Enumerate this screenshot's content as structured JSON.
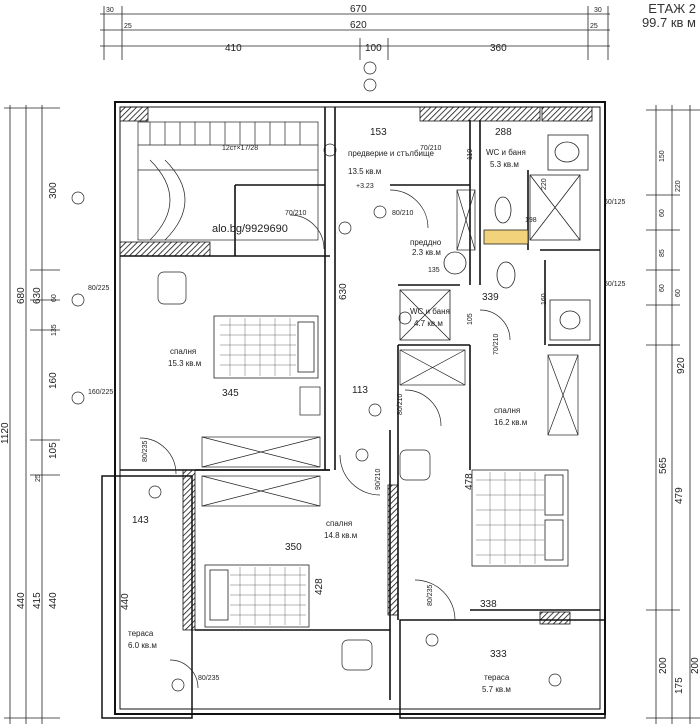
{
  "header": {
    "floor_label": "ЕТАЖ 2",
    "area_label": "99.7 кв м"
  },
  "watermark": "alo.bg/9929690",
  "top_dims": {
    "row1": "670",
    "row2": "620",
    "left": "410",
    "mid": "100",
    "right": "360",
    "small_a": "30",
    "small_b": "25",
    "small_c": "30",
    "small_d": "25"
  },
  "left_dims": [
    "1120",
    "680",
    "630",
    "300",
    "60",
    "135",
    "160",
    "105",
    "25",
    "440",
    "415",
    "440"
  ],
  "right_dims": [
    "150",
    "220",
    "60",
    "60",
    "85",
    "60",
    "920",
    "565",
    "479",
    "200",
    "175",
    "200"
  ],
  "inner_dims": [
    "153",
    "288",
    "345",
    "113",
    "630",
    "339",
    "478",
    "338",
    "333",
    "350",
    "143",
    "428",
    "440",
    "198",
    "135",
    "105",
    "160",
    "220",
    "110"
  ],
  "windows": [
    "80/225",
    "160/225",
    "60/125",
    "60/125",
    "80/235",
    "80/235",
    "80/235"
  ],
  "stairs_label": "12ст×17/28",
  "rooms": [
    {
      "name": "предверие и стълбище",
      "area": "13.5 кв.м"
    },
    {
      "name": "WC и баня",
      "area": "5.3 кв.м"
    },
    {
      "name": "преддно",
      "area": "2.3 кв.м"
    },
    {
      "name": "WC и баня",
      "area": "4.7 кв.м"
    },
    {
      "name": "спалня",
      "area": "15.3 кв.м"
    },
    {
      "name": "спалня",
      "area": "16.2 кв.м"
    },
    {
      "name": "спалня",
      "area": "14.8 кв.м"
    },
    {
      "name": "тераса",
      "area": "6.0 кв.м"
    },
    {
      "name": "тераса",
      "area": "5.7 кв.м"
    }
  ],
  "level_mark": "+3.23",
  "door_tags": [
    "70/210",
    "80/210",
    "70/210",
    "70/210",
    "80/210",
    "90/210"
  ]
}
